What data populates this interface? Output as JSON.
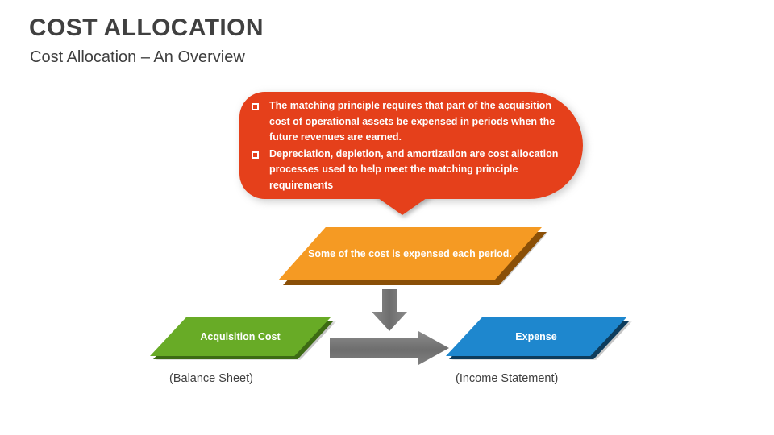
{
  "header": {
    "title": "COST ALLOCATION",
    "subtitle": "Cost Allocation – An Overview"
  },
  "callout": {
    "bullets": [
      "The matching principle requires that part of the acquisition cost of operational assets be expensed in periods when the future revenues are earned.",
      "Depreciation, depletion, and amortization are cost allocation processes used to help meet the matching principle requirements"
    ],
    "color": "#e5401b"
  },
  "diagram": {
    "process_box": {
      "label": "Some of the cost is expensed each period.",
      "color": "#f59a23",
      "edge_color": "#8a4f07"
    },
    "source_box": {
      "label": "Acquisition Cost",
      "caption": "(Balance Sheet)",
      "color": "#68ab26",
      "edge_color": "#3d6b14"
    },
    "target_box": {
      "label": "Expense",
      "caption": "(Income Statement)",
      "color": "#1e87ce",
      "edge_color": "#0d3c5c"
    },
    "arrows": {
      "down_icon": "arrow-down-icon",
      "right_icon": "arrow-right-icon",
      "color": "#767676"
    }
  }
}
